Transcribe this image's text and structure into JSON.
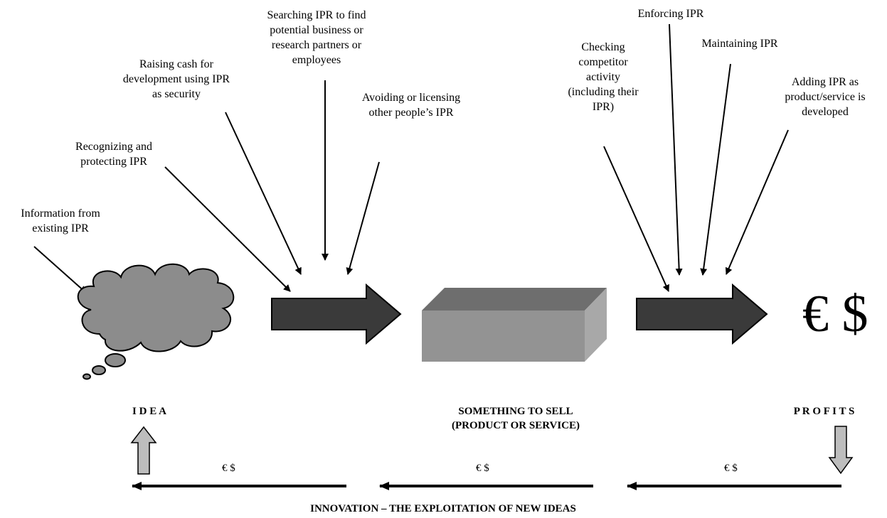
{
  "inputs_left": [
    {
      "id": "info",
      "text": "Information from\nexisting IPR"
    },
    {
      "id": "recognize",
      "text": "Recognizing and\nprotecting IPR"
    },
    {
      "id": "raise",
      "text": "Raising cash for\ndevelopment using IPR\nas security"
    },
    {
      "id": "search",
      "text": "Searching IPR to find\npotential business or\nresearch partners or\nemployees"
    },
    {
      "id": "avoid",
      "text": "Avoiding or licensing\nother people’s IPR"
    }
  ],
  "inputs_right": [
    {
      "id": "checking",
      "text": "Checking\ncompetitor\nactivity\n(including their\nIPR)"
    },
    {
      "id": "enforcing",
      "text": "Enforcing IPR"
    },
    {
      "id": "maintaining",
      "text": "Maintaining IPR"
    },
    {
      "id": "adding",
      "text": "Adding IPR as\nproduct/service is\ndeveloped"
    }
  ],
  "stages": {
    "idea": "I D E A",
    "product": "SOMETHING TO SELL\n(PRODUCT OR SERVICE)",
    "profits": "P R O F I T S"
  },
  "profit_symbol": "€ $",
  "return_flow": [
    "€ $",
    "€ $",
    "€ $"
  ],
  "footer": "INNOVATION – THE EXPLOITATION OF NEW IDEAS"
}
